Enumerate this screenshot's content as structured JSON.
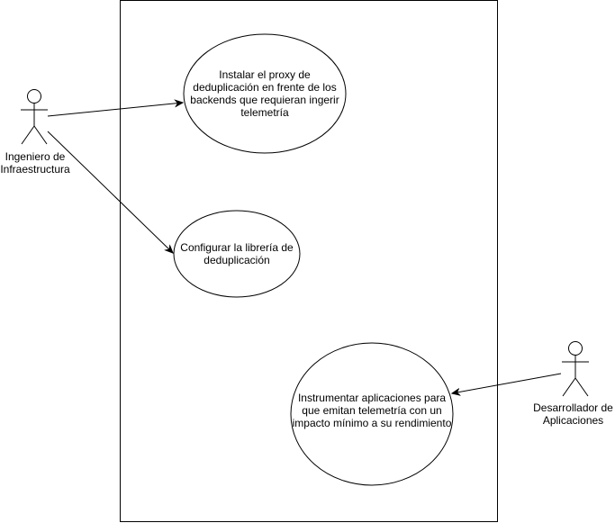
{
  "colors": {
    "stroke": "#000000",
    "fill": "#ffffff",
    "background": "#ffffff"
  },
  "actors": {
    "infra": {
      "label": "Ingeniero de\nInfraestructura"
    },
    "dev": {
      "label": "Desarrollador de\nAplicaciones"
    }
  },
  "use_cases": {
    "proxy": {
      "label": "Instalar el proxy de\ndeduplicación en frente de los\nbackends que requieran ingerir\ntelemetría"
    },
    "library": {
      "label": "Configurar la librería de\ndeduplicación"
    },
    "instrument": {
      "label": "Instrumentar aplicaciones para\nque emitan telemetría con un\nimpacto mínimo a su rendimiento"
    }
  }
}
